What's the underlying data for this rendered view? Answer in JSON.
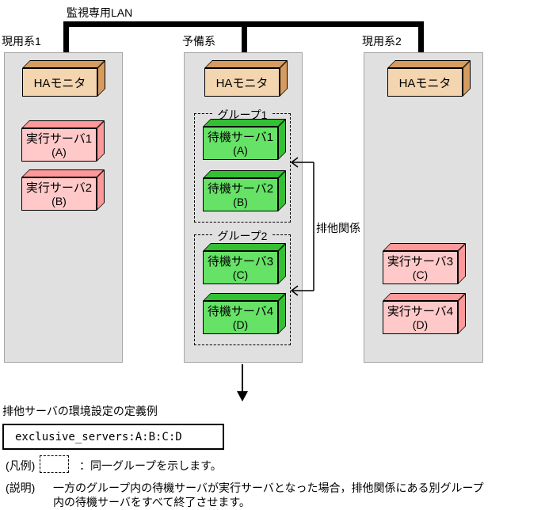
{
  "lan": {
    "label": "監視専用LAN"
  },
  "systems": {
    "active1": {
      "label": "現用系1",
      "monitor": "HAモニタ",
      "server1": {
        "name": "実行サーバ1",
        "code": "(A)"
      },
      "server2": {
        "name": "実行サーバ2",
        "code": "(B)"
      }
    },
    "standby": {
      "label": "予備系",
      "monitor": "HAモニタ",
      "group1": {
        "label": "グループ1",
        "server1": {
          "name": "待機サーバ1",
          "code": "(A)"
        },
        "server2": {
          "name": "待機サーバ2",
          "code": "(B)"
        }
      },
      "group2": {
        "label": "グループ2",
        "server1": {
          "name": "待機サーバ3",
          "code": "(C)"
        },
        "server2": {
          "name": "待機サーバ4",
          "code": "(D)"
        }
      }
    },
    "active2": {
      "label": "現用系2",
      "monitor": "HAモニタ",
      "server1": {
        "name": "実行サーバ3",
        "code": "(C)"
      },
      "server2": {
        "name": "実行サーバ4",
        "code": "(D)"
      }
    }
  },
  "exclusion": {
    "label": "排他関係"
  },
  "definition": {
    "heading": "排他サーバの環境設定の定義例",
    "code": "exclusive_servers:A:B:C:D"
  },
  "legend": {
    "label": "(凡例)",
    "text": "：同一グループを示します。"
  },
  "explanation": {
    "label": "(説明)",
    "line1": "一方のグループ内の待機サーバが実行サーバとなった場合，排他関係にある別グループ",
    "line2": "内の待機サーバをすべて終了させます。"
  },
  "colors": {
    "panel": "#e0e0e0",
    "monitor_face": "#f3d5af",
    "monitor_depth": "#d69c5f",
    "active_server_face": "#ffc9c9",
    "active_server_depth": "#ff9898",
    "standby_server_face": "#66e266",
    "standby_server_depth": "#33c133",
    "line": "#000000"
  }
}
